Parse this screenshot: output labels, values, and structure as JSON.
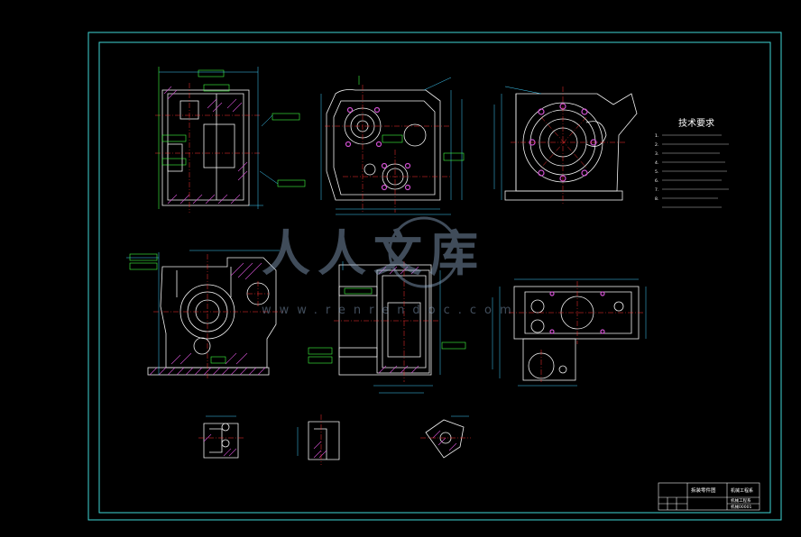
{
  "technical_requirements": {
    "title": "技术要求",
    "items": [
      "1.",
      "2.",
      "3.",
      "4.",
      "5.",
      "6.",
      "7.",
      "8."
    ]
  },
  "title_block": {
    "drawing_name": "拆装零件图",
    "school": "机械工程系",
    "title_right": "机械工程系",
    "drawing_number": "机械00001"
  },
  "watermark": {
    "text": "人人文库",
    "url": "www.renrendoc.com"
  },
  "colors": {
    "frame": "#3fd6d6",
    "outline": "#f2f2f2",
    "centerline": "#ff3030",
    "dimension": "#3fd0ff",
    "hatch": "#d050d0",
    "hidden": "#e0e020",
    "annotation": "#40ff40"
  }
}
